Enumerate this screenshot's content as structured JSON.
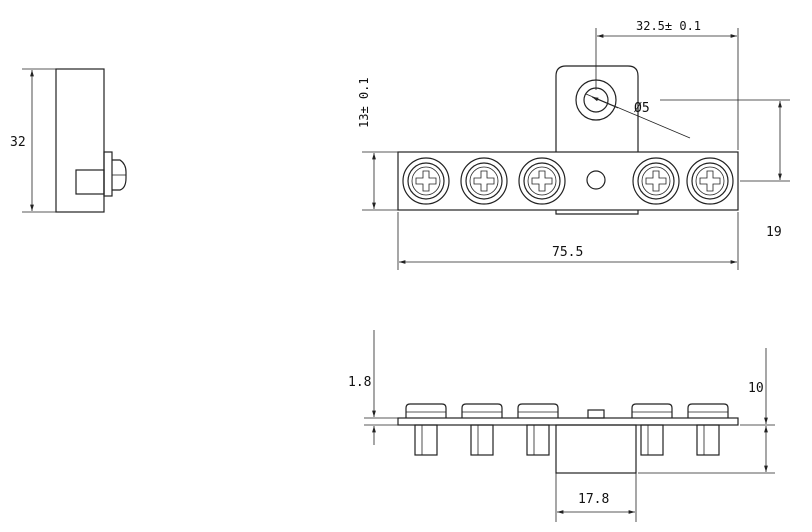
{
  "dimensions": {
    "side_height": "32",
    "hole_spacing": "32.5± 0.1",
    "bar_height": "13± 0.1",
    "hole_diameter": "Ø5",
    "total_height": "19",
    "bar_length": "75.5",
    "screw_head": "1.8",
    "profile_height": "10",
    "tab_width": "17.8"
  },
  "screw_count_front": 5,
  "screw_count_bottom": 5
}
